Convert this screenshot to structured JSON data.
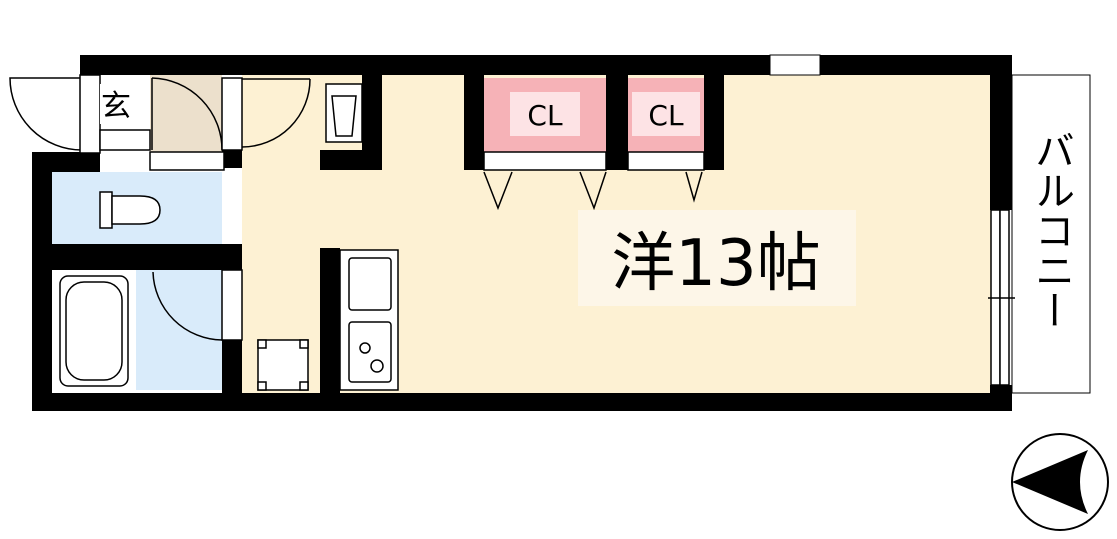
{
  "rooms": {
    "main": {
      "label": "洋13帖"
    },
    "closet_1": {
      "label": "CL"
    },
    "closet_2": {
      "label": "CL"
    },
    "entrance": {
      "label": "玄"
    },
    "balcony": {
      "label": "バルコニー"
    }
  },
  "colors": {
    "wall": "#000000",
    "room_floor": "#fdf1d3",
    "entrance_floor": "#ece0cc",
    "wet_area": "#d9ebfa",
    "closet": "#f6b2b7",
    "label_bg": "#fdf6e8"
  },
  "compass": {
    "icon": "north-arrow-icon"
  }
}
